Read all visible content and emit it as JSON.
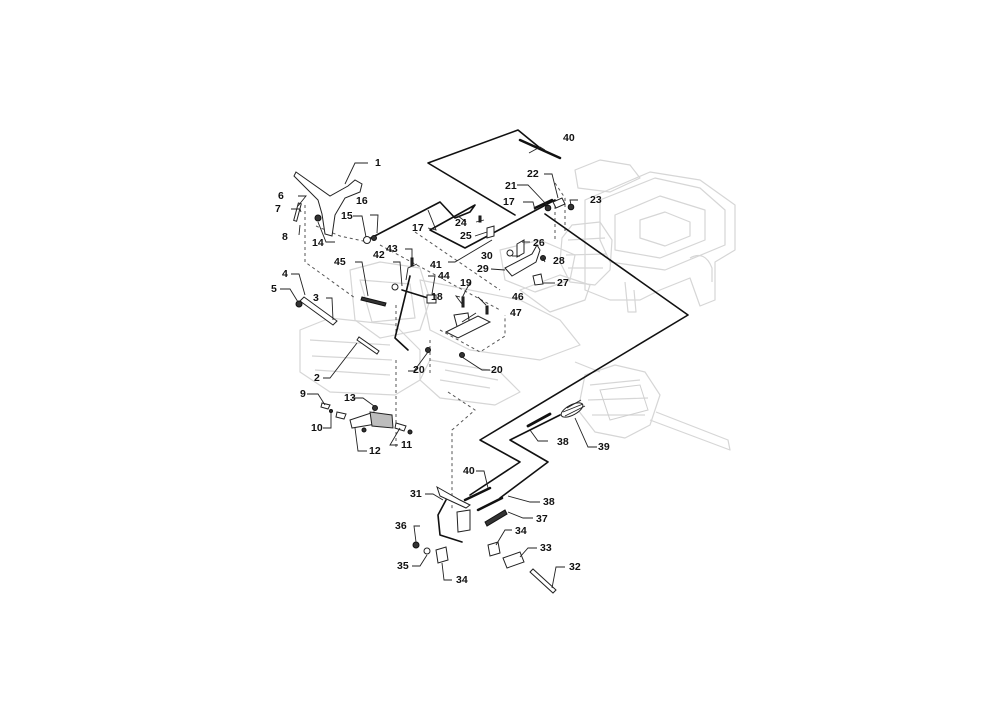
{
  "diagram": {
    "type": "exploded-parts-diagram",
    "subject": "pedal and drive cable assembly",
    "callouts": [
      {
        "id": "c1",
        "number": "1"
      },
      {
        "id": "c2",
        "number": "2"
      },
      {
        "id": "c3",
        "number": "3"
      },
      {
        "id": "c4",
        "number": "4"
      },
      {
        "id": "c5",
        "number": "5"
      },
      {
        "id": "c6",
        "number": "6"
      },
      {
        "id": "c7",
        "number": "7"
      },
      {
        "id": "c8",
        "number": "8"
      },
      {
        "id": "c9",
        "number": "9"
      },
      {
        "id": "c10",
        "number": "10"
      },
      {
        "id": "c11",
        "number": "11"
      },
      {
        "id": "c12",
        "number": "12"
      },
      {
        "id": "c13",
        "number": "13"
      },
      {
        "id": "c14",
        "number": "14"
      },
      {
        "id": "c15",
        "number": "15"
      },
      {
        "id": "c16",
        "number": "16"
      },
      {
        "id": "c17a",
        "number": "17"
      },
      {
        "id": "c17b",
        "number": "17"
      },
      {
        "id": "c18",
        "number": "18"
      },
      {
        "id": "c19",
        "number": "19"
      },
      {
        "id": "c20a",
        "number": "20"
      },
      {
        "id": "c20b",
        "number": "20"
      },
      {
        "id": "c21",
        "number": "21"
      },
      {
        "id": "c22",
        "number": "22"
      },
      {
        "id": "c23",
        "number": "23"
      },
      {
        "id": "c24",
        "number": "24"
      },
      {
        "id": "c25",
        "number": "25"
      },
      {
        "id": "c26",
        "number": "26"
      },
      {
        "id": "c27",
        "number": "27"
      },
      {
        "id": "c28",
        "number": "28"
      },
      {
        "id": "c29",
        "number": "29"
      },
      {
        "id": "c30",
        "number": "30"
      },
      {
        "id": "c31",
        "number": "31"
      },
      {
        "id": "c32",
        "number": "32"
      },
      {
        "id": "c33",
        "number": "33"
      },
      {
        "id": "c34a",
        "number": "34"
      },
      {
        "id": "c34b",
        "number": "34"
      },
      {
        "id": "c35",
        "number": "35"
      },
      {
        "id": "c36",
        "number": "36"
      },
      {
        "id": "c37",
        "number": "37"
      },
      {
        "id": "c38a",
        "number": "38"
      },
      {
        "id": "c38b",
        "number": "38"
      },
      {
        "id": "c39",
        "number": "39"
      },
      {
        "id": "c40a",
        "number": "40"
      },
      {
        "id": "c40b",
        "number": "40"
      },
      {
        "id": "c41",
        "number": "41"
      },
      {
        "id": "c42",
        "number": "42"
      },
      {
        "id": "c43",
        "number": "43"
      },
      {
        "id": "c44",
        "number": "44"
      },
      {
        "id": "c45",
        "number": "45"
      },
      {
        "id": "c46",
        "number": "46"
      },
      {
        "id": "c47",
        "number": "47"
      }
    ]
  }
}
